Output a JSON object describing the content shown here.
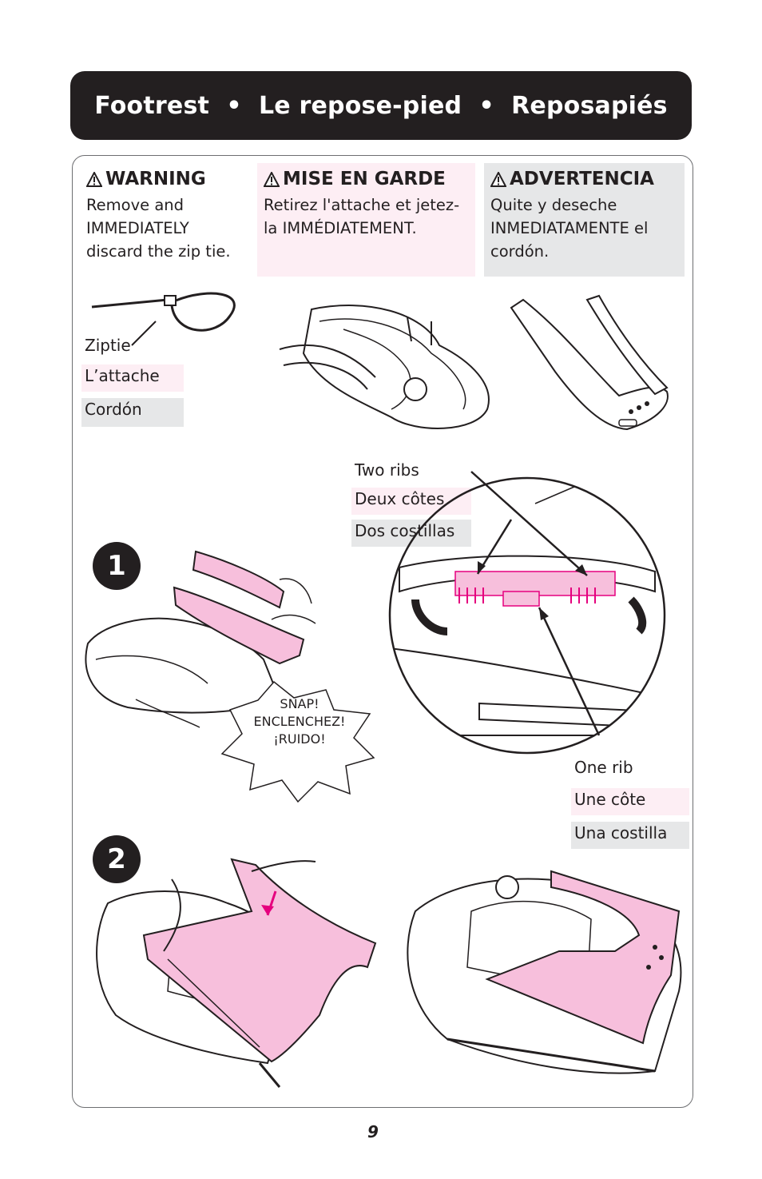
{
  "header": {
    "title": "Footrest  •  Le repose-pied  •  Reposapiés"
  },
  "warnings": [
    {
      "heading": "WARNING",
      "body": "Remove and IMMEDIATELY discard the zip tie.",
      "color": "#ffffff"
    },
    {
      "heading": "MISE EN GARDE",
      "body": "Retirez l'attache et jetez-la IMMÉDIATEMENT.",
      "color": "#fdeef4"
    },
    {
      "heading": "ADVERTENCIA",
      "body": "Quite y deseche INMEDIATAMENTE el cordón.",
      "color": "#e6e7e8"
    }
  ],
  "ziptie_labels": [
    "Ziptie",
    "L’attache",
    "Cordón"
  ],
  "two_ribs_labels": [
    "Two ribs",
    "Deux côtes",
    "Dos costillas"
  ],
  "one_rib_labels": [
    "One rib",
    "Une côte",
    "Una costilla"
  ],
  "snap_text": [
    "SNAP!",
    "ENCLENCHEZ!",
    "¡RUIDO!"
  ],
  "steps": [
    "1",
    "2"
  ],
  "page_number": "9",
  "colors": {
    "accent_pink": "#f7bfdc",
    "pink_stroke": "#e5007e",
    "dark": "#231f20",
    "label_pink": "#fdeef4",
    "label_grey": "#e6e7e8"
  }
}
